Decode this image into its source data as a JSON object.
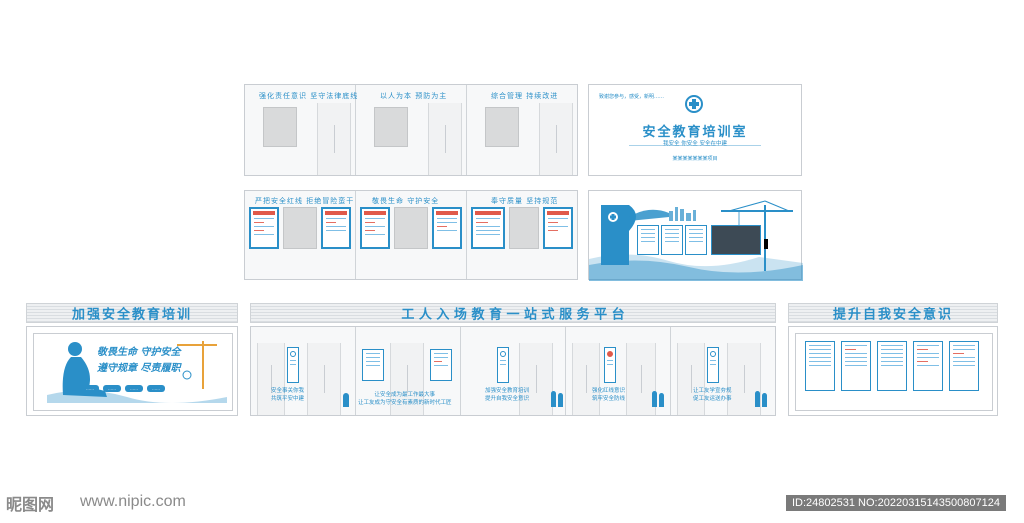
{
  "top_walls": [
    {
      "slogan": "强化责任意识  坚守法律底线"
    },
    {
      "slogan": "以人为本  预防为主"
    },
    {
      "slogan": "综合管理  持续改进"
    }
  ],
  "middle_walls": [
    {
      "slogan": "严把安全红线  拒绝冒险蛮干"
    },
    {
      "slogan": "敬畏生命  守护安全"
    },
    {
      "slogan": "奉守质量  坚持规范"
    }
  ],
  "training_room": {
    "tagline": "致谢您参与，感受，新明……",
    "title": "安全教育培训室",
    "subtitle": "我安全  你安全  安全在中建",
    "project": "某某某某某某某项目"
  },
  "sections": {
    "left_title": "加强安全教育培训",
    "center_title": "工 人 入 场 教 育 一 站 式 服 务 平 台",
    "right_title": "提升自我安全意识"
  },
  "left_board": {
    "calligraphy_1": "敬畏生命  守护安全",
    "calligraphy_2": "遵守规章  尽责履职",
    "pills": [
      "……",
      "……",
      "……",
      "……"
    ]
  },
  "platform_captions": [
    {
      "line1": "安全事关你我",
      "line2": "共筑平安中建"
    },
    {
      "line1": "让安全成为最工作最大事",
      "line2": "让工友成为守安全有素质的新时代工匠"
    },
    {
      "line1": "加强安全教育培训",
      "line2": "提升自我安全意识"
    },
    {
      "line1": "强化红线意识",
      "line2": "筑牢安全防线"
    },
    {
      "line1": "让工友学宣夯规",
      "line2": "促工友运送办事"
    }
  ],
  "watermark": {
    "brand": "昵图网",
    "url": "www.nipic.com",
    "id_text": "ID:24802531 NO:20220315143500807124"
  },
  "colors": {
    "accent": "#2a8fc8",
    "red": "#e05a4a",
    "wall": "#f7f8f9"
  }
}
